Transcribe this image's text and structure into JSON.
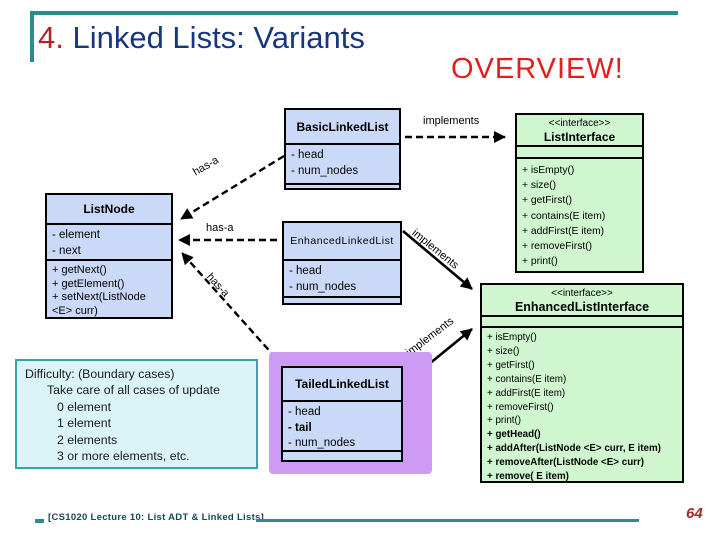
{
  "header": {
    "number": "4.",
    "title": " Linked Lists: Variants",
    "callout": "OVERVIEW!"
  },
  "relationships": {
    "implements_basic": "implements",
    "has_a_basic": "has-a",
    "has_a_enhanced": "has-a",
    "has_a_tailed": "has-a",
    "implements_enhanced": "implements",
    "implements_tailed": "implements"
  },
  "classes": {
    "basic": {
      "name": "BasicLinkedList",
      "attributes": [
        {
          "text": "- head"
        },
        {
          "text": "- num_nodes"
        }
      ]
    },
    "list_node": {
      "name": "ListNode",
      "attributes": [
        {
          "text": "- element"
        },
        {
          "text": "- next"
        }
      ],
      "methods": [
        {
          "text": "+ getNext()"
        },
        {
          "text": "+ getElement()"
        },
        {
          "text": "+ setNext(ListNode <E> curr)"
        }
      ]
    },
    "enhanced": {
      "name": "EnhancedLinkedList",
      "attributes": [
        {
          "text": "- head"
        },
        {
          "text": "- num_nodes"
        }
      ]
    },
    "tailed": {
      "name": "TailedLinkedList",
      "attributes": [
        {
          "text": "- head"
        },
        {
          "text": "- tail",
          "bold": true
        },
        {
          "text": "- num_nodes"
        }
      ]
    },
    "list_interface": {
      "stereotype": "<<interface>>",
      "name": "ListInterface",
      "methods": [
        {
          "text": "+ isEmpty()"
        },
        {
          "text": "+ size()"
        },
        {
          "text": "+ getFirst()"
        },
        {
          "text": "+ contains(E item)"
        },
        {
          "text": "+ addFirst(E item)"
        },
        {
          "text": "+ removeFirst()"
        },
        {
          "text": "+ print()"
        }
      ]
    },
    "enhanced_interface": {
      "stereotype": "<<interface>>",
      "name": "EnhancedListInterface",
      "methods": [
        {
          "text": "+ isEmpty()"
        },
        {
          "text": "+ size()"
        },
        {
          "text": "+ getFirst()"
        },
        {
          "text": "+ contains(E item)"
        },
        {
          "text": "+ addFirst(E item)"
        },
        {
          "text": "+ removeFirst()"
        },
        {
          "text": "+ print()"
        },
        {
          "text": "+ getHead()",
          "bold": true
        },
        {
          "text": "+ addAfter(ListNode <E> curr, E item)",
          "bold": true
        },
        {
          "text": "+ removeAfter(ListNode <E> curr)",
          "bold": true
        },
        {
          "text": "+ remove( E item)",
          "bold": true
        }
      ]
    }
  },
  "difficulty": {
    "lines": [
      {
        "text": "Difficulty: (Boundary cases)",
        "indent": 0
      },
      {
        "text": "Take care of all cases of update",
        "indent": 1
      },
      {
        "text": "0 element",
        "indent": 2
      },
      {
        "text": "1 element",
        "indent": 2
      },
      {
        "text": "2 elements",
        "indent": 2
      },
      {
        "text": "3 or more elements, etc.",
        "indent": 2
      }
    ]
  },
  "footer": {
    "text": "[CS1020 Lecture 10: List ADT & Linked Lists]",
    "page": "64"
  },
  "colors": {
    "teal_accent": "#2E8C8C",
    "title_blue": "#17367E",
    "title_red": "#B22428",
    "overview_red": "#E81C1C",
    "class_fill": "#CBD9F8",
    "interface_fill": "#CFF6CF",
    "highlight_purple": "#CD9BF3",
    "note_fill": "#DAF4F7",
    "note_border": "#35A4AC",
    "footer_text": "#17465A",
    "page_number_red": "#A52A2A"
  }
}
